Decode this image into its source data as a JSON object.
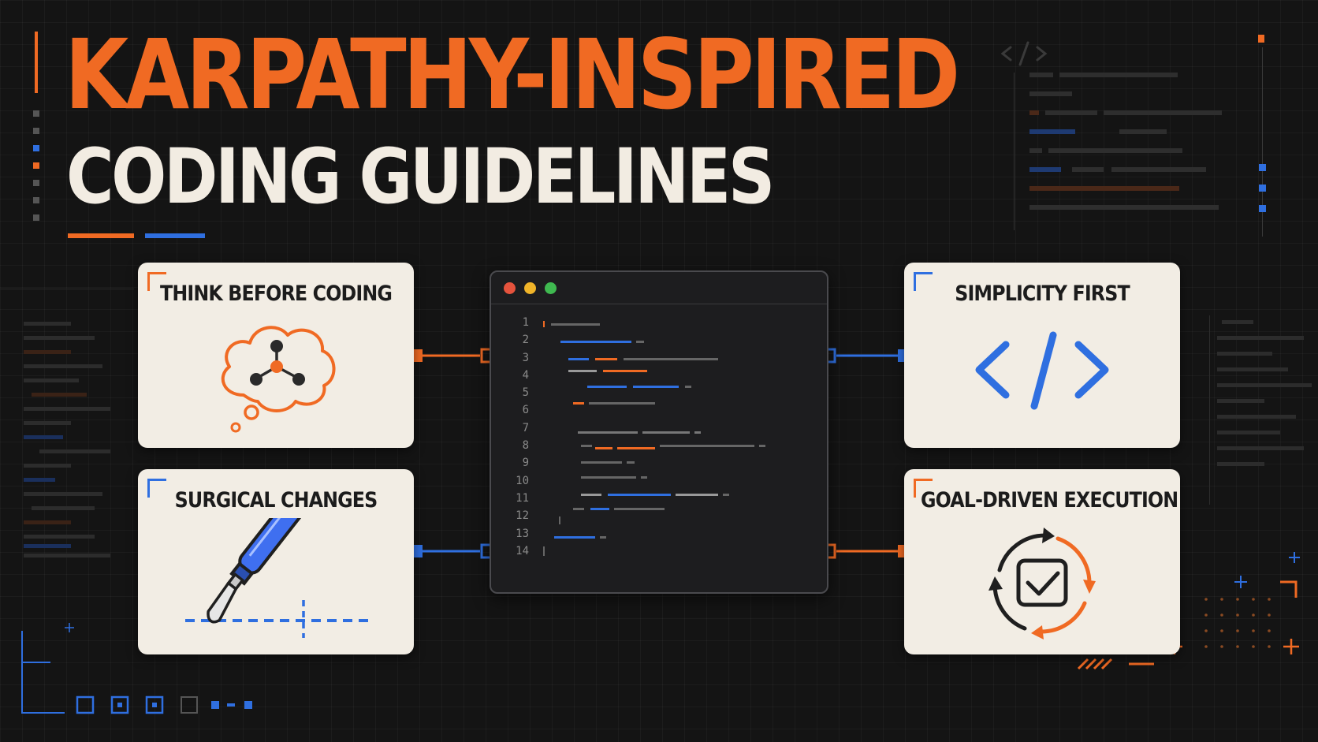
{
  "title": {
    "line1": "KARPATHY-INSPIRED",
    "line2": "CODING GUIDELINES"
  },
  "cards": [
    {
      "id": "think",
      "label": "THINK BEFORE CODING",
      "icon": "thought-bubble-icon",
      "accent": "#f06a23"
    },
    {
      "id": "simplicity",
      "label": "SIMPLICITY FIRST",
      "icon": "code-brackets-icon",
      "accent": "#2f6fe0"
    },
    {
      "id": "surgical",
      "label": "SURGICAL CHANGES",
      "icon": "scalpel-icon",
      "accent": "#2f6fe0"
    },
    {
      "id": "goal",
      "label": "GOAL-DRIVEN EXECUTION",
      "icon": "cycle-checkbox-icon",
      "accent": "#f06a23"
    }
  ],
  "editor": {
    "line_numbers": [
      "1",
      "2",
      "3",
      "4",
      "5",
      "6",
      "7",
      "8",
      "9",
      "10",
      "11",
      "12",
      "13",
      "14"
    ],
    "window_dots": [
      "#e5533d",
      "#f0b429",
      "#3fb950"
    ]
  },
  "colors": {
    "accent_orange": "#f06a23",
    "accent_blue": "#2f6fe0",
    "background": "#141414",
    "card": "#f2ede4"
  }
}
